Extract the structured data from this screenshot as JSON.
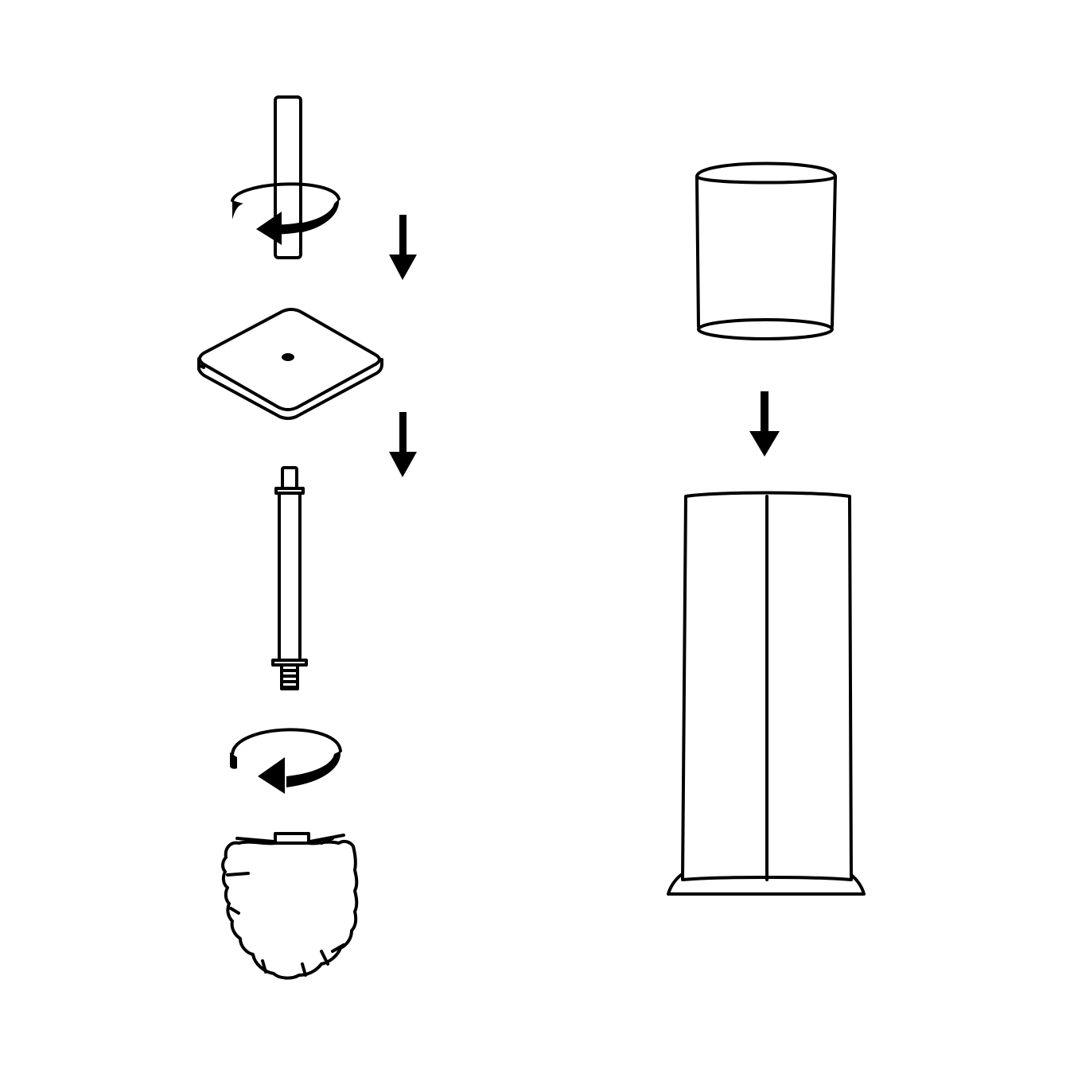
{
  "diagram": {
    "kind": "assembly-instructions",
    "text": [],
    "colors": {
      "line": "#000000",
      "background": "#ffffff"
    },
    "left_column": {
      "steps": [
        {
          "part": "handle-top-rod",
          "action": "rotate-counterclockwise"
        },
        {
          "part": "square-lid-plate",
          "action": "assemble-down"
        },
        {
          "part": "threaded-handle-shaft",
          "action": "assemble-down"
        },
        {
          "part": "brush-head",
          "action": "rotate-counterclockwise"
        }
      ]
    },
    "right_column": {
      "steps": [
        {
          "part": "cylindrical-cup-insert",
          "action": "insert-down"
        },
        {
          "part": "tall-holder-container",
          "action": "receive"
        }
      ]
    }
  }
}
